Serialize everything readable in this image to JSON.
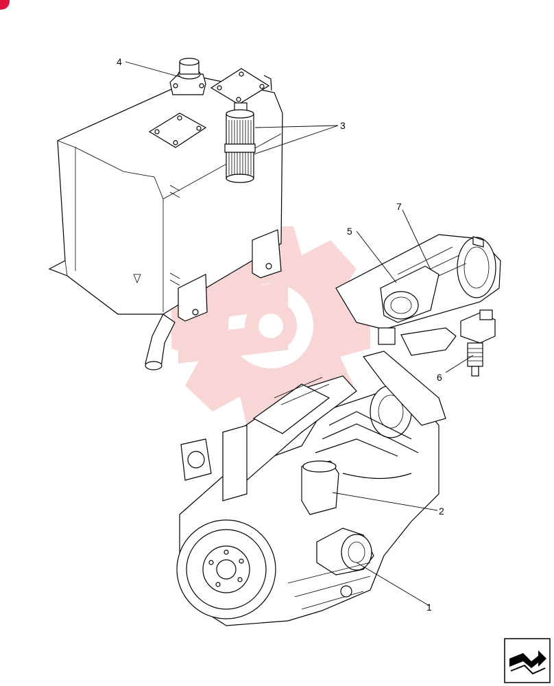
{
  "diagram": {
    "callouts": [
      {
        "label": "1"
      },
      {
        "label": "2"
      },
      {
        "label": "3"
      },
      {
        "label": "4"
      },
      {
        "label": "5"
      },
      {
        "label": "6"
      },
      {
        "label": "7"
      }
    ]
  },
  "colors": {
    "watermark": "#f4b6b6",
    "corner_badge": "#e0143c",
    "line": "#000000"
  },
  "icons": {
    "watermark": "gear-watermark-icon",
    "nav": "next-page-arrow-icon",
    "badge": "corner-badge-icon"
  }
}
